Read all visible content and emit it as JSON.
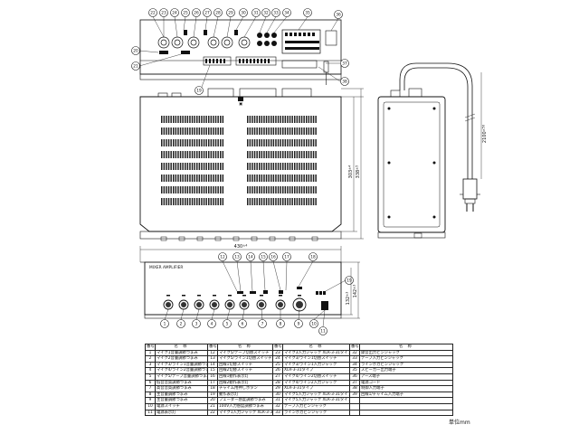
{
  "rear_callouts": {
    "top": [
      "22",
      "23",
      "24",
      "25",
      "26",
      "27",
      "28",
      "29",
      "30",
      "31",
      "32",
      "33",
      "34",
      "35",
      "36"
    ],
    "left": [
      "20",
      "21"
    ],
    "right_labels": [
      "37",
      "38"
    ],
    "bottom": "19"
  },
  "front_callouts": [
    "1",
    "2",
    "3",
    "4",
    "5",
    "6",
    "7",
    "8",
    "9",
    "10",
    "11"
  ],
  "front_callouts_top": [
    "12",
    "13",
    "14",
    "15",
    "16",
    "17",
    "18",
    "19"
  ],
  "dimensions": {
    "width": "430",
    "width_tol": "±4",
    "depth": "303",
    "depth_tol": "±4",
    "depth2": "338",
    "depth2_tol": "±5",
    "height": "132",
    "height_tol": "±3",
    "height2": "142",
    "height2_tol": "±3",
    "cord": "2100",
    "cord_tol": "±50"
  },
  "front_model_label": "MIXER AMPLIFIER",
  "top_feet_label": "▣",
  "table": {
    "header_no": "番号",
    "header_name": "名 称",
    "rows": [
      [
        "1",
        "マイク1音量調節つまみ",
        "12",
        "マイク5/テープ切替スイッチ",
        "23",
        "マイク3入力ジャック XLR-3-31タイプ",
        "32",
        "録音出力ピンジャック"
      ],
      [
        "2",
        "マイク2音量調節つまみ",
        "13",
        "マイク5/ライン1切替スイッチ",
        "24",
        "マイク3/ライン1切替スイッチ",
        "33",
        "テープ入力ピンジャック"
      ],
      [
        "3",
        "マイク3/ライン1音量調節つまみ",
        "14",
        "回線1切替スイッチ",
        "25",
        "マイク3/ライン1入力ジャック",
        "34",
        "ラインポカピンジャック"
      ],
      [
        "4",
        "マイク4/ライン2音量調節つまみ",
        "15",
        "回線2切替スイッチ",
        "26",
        "XLR-3-31タイプ",
        "35",
        "スピーカー出力端子"
      ],
      [
        "5",
        "マイク5/テープ音量調節つまみ",
        "16",
        "回線1動作表示灯",
        "27",
        "マイク4/ライン2切替スイッチ",
        "36",
        "アース端子"
      ],
      [
        "6",
        "低音音質調節つまみ",
        "17",
        "回線2動作表示灯",
        "28",
        "マイク4/ライン2入力ジャック",
        "37",
        "電源コード"
      ],
      [
        "7",
        "高音音質調節つまみ",
        "18",
        "チャイム用押しボタン",
        "29",
        "XLR-3-31タイプ",
        "38",
        "制御入力端子"
      ],
      [
        "8",
        "主音量調節つまみ",
        "19",
        "動作表示灯",
        "30",
        "マイク5入力ジャック XLR-3-31タイプ",
        "39",
        "回線1/チャイム入力端子"
      ],
      [
        "9",
        "主音量調節つまみ",
        "20",
        "フェーダー感度調節つまみ",
        "31",
        "マイク5入力ジャック XLR-3-31タイプ",
        "",
        ""
      ],
      [
        "10",
        "電源スイッチ",
        "21",
        "100V入力感度調節つまみ",
        "32",
        "テープ入力ピンジャック",
        "",
        ""
      ],
      [
        "11",
        "電源表示灯",
        "22",
        "マイク1入力ジャック XLR-3-31タイプ",
        "33",
        "ラインポカピンジャック",
        "",
        ""
      ]
    ]
  },
  "unit_label": "単位mm"
}
